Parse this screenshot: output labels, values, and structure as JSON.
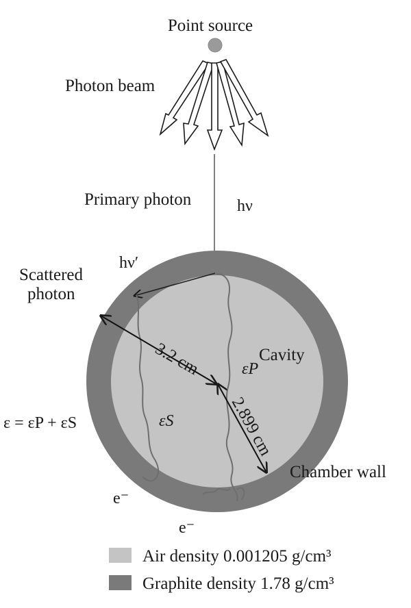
{
  "labels": {
    "point_source": "Point source",
    "photon_beam": "Photon beam",
    "primary_photon": "Primary photon",
    "h_nu": "hν",
    "h_nu_prime": "hν′",
    "scattered_photon_line1": "Scattered",
    "scattered_photon_line2": "photon",
    "cavity": "Cavity",
    "epsilon_p": "εP",
    "epsilon_s": "εS",
    "epsilon_sum": "ε = εP + εS",
    "radius_outer": "3.2 cm",
    "radius_inner": "2.899 cm",
    "chamber_wall": "Chamber wall",
    "electron": "e⁻"
  },
  "legend": [
    {
      "label": "Air density 0.001205 g/cm³",
      "color": "#c4c4c4"
    },
    {
      "label": "Graphite density 1.78 g/cm³",
      "color": "#7a7a7a"
    }
  ],
  "colors": {
    "cavity_air": "#c4c4c4",
    "wall_graphite": "#7a7a7a",
    "source_dot": "#9a9a9a"
  }
}
